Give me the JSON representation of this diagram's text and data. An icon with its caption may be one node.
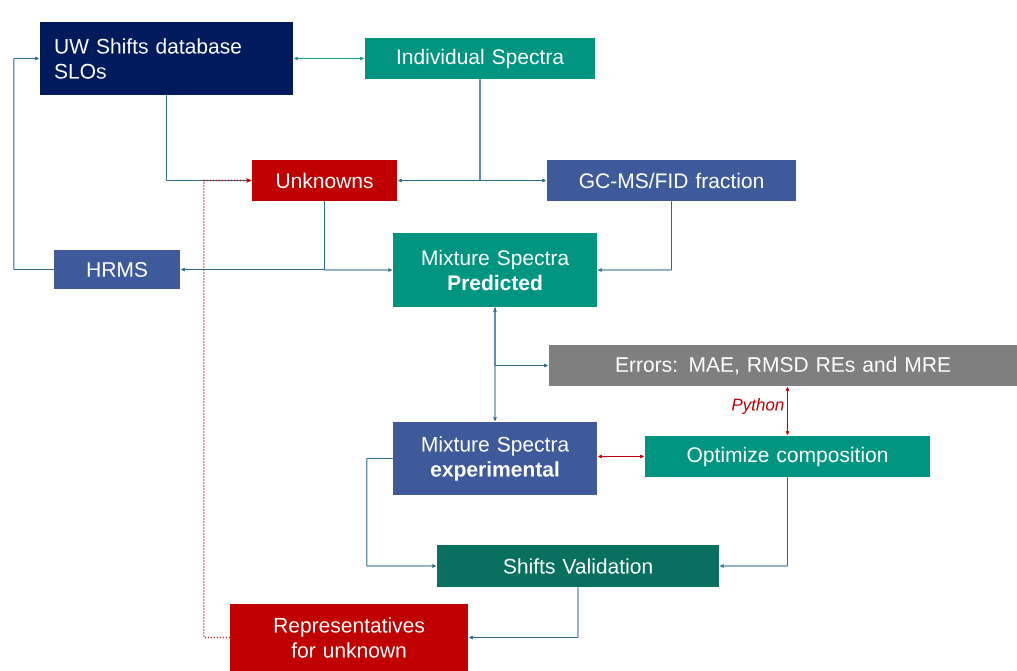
{
  "diagram": {
    "nodes": [
      {
        "text": [
          "UW Shifts database SLOs"
        ]
      },
      {
        "text": [
          "Individual Spectra"
        ]
      },
      {
        "text": [
          "Unknowns"
        ]
      },
      {
        "text": [
          "GC-MS/FID fraction"
        ]
      },
      {
        "text": [
          "HRMS"
        ]
      },
      {
        "text": [
          "Mixture Spectra **Predicted**"
        ]
      },
      {
        "text": [
          "Errors: MAE, RMSD REs and MRE"
        ]
      },
      {
        "text": [
          "Mixture Spectra **experimental**"
        ]
      },
      {
        "text": [
          "Optimize composition"
        ]
      },
      {
        "text": [
          "Shifts Validation"
        ]
      },
      {
        "text": [
          "Representatives for unknown"
        ]
      }
    ],
    "edges": [
      {
        "from": 0,
        "to": 1,
        "arrow": "both",
        "color": "#13a08a"
      },
      {
        "from": 1,
        "to": 2,
        "arrow": "to"
      },
      {
        "from": 1,
        "to": 3,
        "arrow": "to"
      },
      {
        "from": 0,
        "to": 2,
        "arrow": "to"
      },
      {
        "from": 4,
        "to": 0,
        "arrow": "to"
      },
      {
        "from": 2,
        "to": 4,
        "arrow": "to"
      },
      {
        "from": 2,
        "to": 5,
        "arrow": "to"
      },
      {
        "from": 3,
        "to": 5,
        "arrow": "to"
      },
      {
        "from": 5,
        "to": 7,
        "arrow": "both"
      },
      {
        "from": 5,
        "to": 6,
        "arrow": "to"
      },
      {
        "from": 7,
        "to": 8,
        "arrow": "both",
        "color": "#c00000"
      },
      {
        "from": 6,
        "to": 8,
        "arrow": "both",
        "color": "#c00000",
        "label": "Python"
      },
      {
        "from": 7,
        "to": 9,
        "arrow": "to"
      },
      {
        "from": 8,
        "to": 9,
        "arrow": "to"
      },
      {
        "from": 9,
        "to": 10,
        "arrow": "to"
      },
      {
        "from": 10,
        "to": 2,
        "arrow": "to",
        "style": "dashed",
        "color": "#c00000"
      }
    ]
  }
}
